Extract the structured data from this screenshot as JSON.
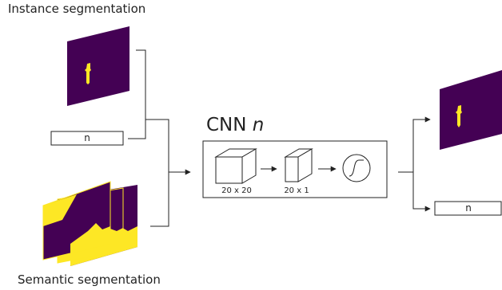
{
  "labels": {
    "instance_title": "Instance segmentation",
    "semantic_title": "Semantic segmentation",
    "cnn_prefix": "CNN",
    "cnn_var": "n",
    "input_n": "n",
    "output_n": "n",
    "conv_dim": "20 x 20",
    "dense_dim": "20 x 1"
  },
  "colors": {
    "mask_background": "#440154",
    "mask_foreground": "#fde725",
    "line": "#222222"
  }
}
